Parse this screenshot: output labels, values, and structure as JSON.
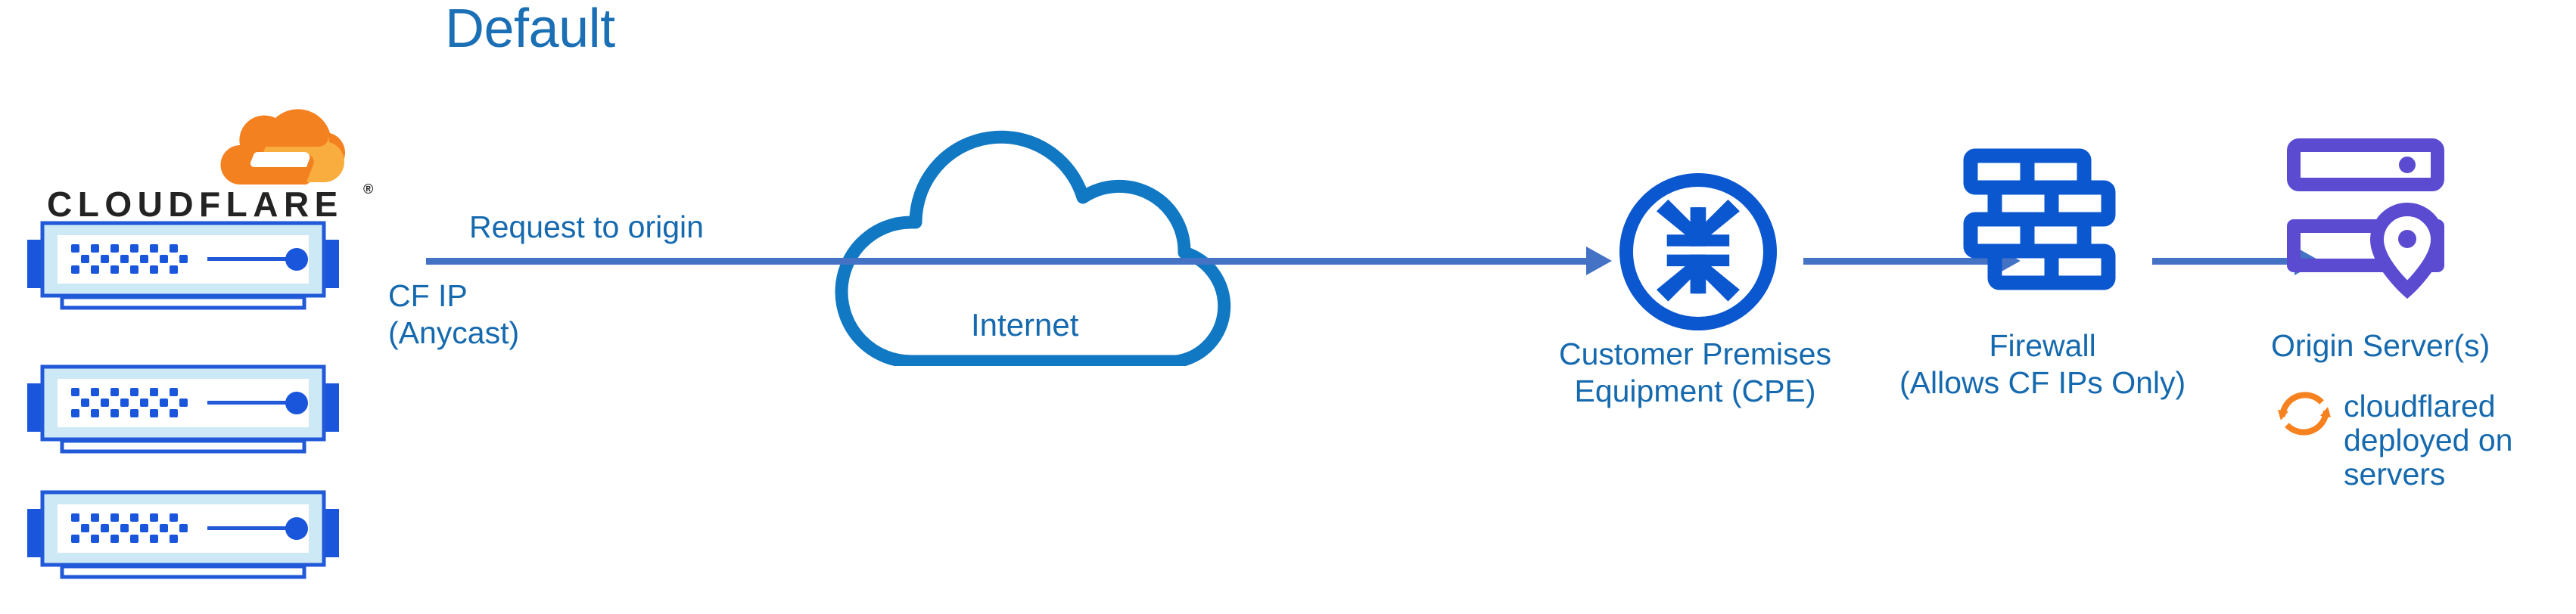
{
  "diagram": {
    "title": "Default",
    "type": "network-architecture-flow",
    "colors": {
      "title_blue": "#1b6fb5",
      "label_blue": "#1569ae",
      "arrow_blue": "#4472c4",
      "icon_blue": "#0b57d0",
      "cloud_blue": "#1178c3",
      "origin_purple": "#5a4bd1",
      "cloudflare_orange": "#f48120",
      "cloudflare_orange_light": "#faad3f",
      "wordmark_black": "#232323",
      "background": "#ffffff"
    }
  },
  "brand": {
    "wordmark": "CLOUDFLARE",
    "registered_mark": "®",
    "mark_icon": "cloudflare-cloud-logo-icon"
  },
  "edge_servers": {
    "count": 3,
    "icon": "server-rack-icon",
    "caption_primary": "CF IP",
    "caption_secondary": "(Anycast)"
  },
  "flow": {
    "request_label": "Request to origin",
    "arrows": [
      {
        "name": "arrow-origin-request",
        "from": "cloudflare-edge",
        "to": "customer-premises-equipment"
      },
      {
        "name": "arrow-cpe-to-firewall",
        "from": "customer-premises-equipment",
        "to": "firewall"
      },
      {
        "name": "arrow-firewall-to-origin",
        "from": "firewall",
        "to": "origin-server"
      }
    ]
  },
  "nodes": {
    "internet": {
      "label": "Internet",
      "icon": "cloud-icon"
    },
    "cpe": {
      "label_line1": "Customer Premises",
      "label_line2": "Equipment (CPE)",
      "icon": "router-icon"
    },
    "firewall": {
      "label_line1": "Firewall",
      "label_line2": "(Allows CF IPs Only)",
      "icon": "brick-wall-icon"
    },
    "origin": {
      "label": "Origin Server(s)",
      "icon": "server-stack-pin-icon",
      "note_line1": "cloudflared",
      "note_line2": "deployed on",
      "note_line3": "servers",
      "note_icon": "sync-arrows-icon"
    }
  }
}
